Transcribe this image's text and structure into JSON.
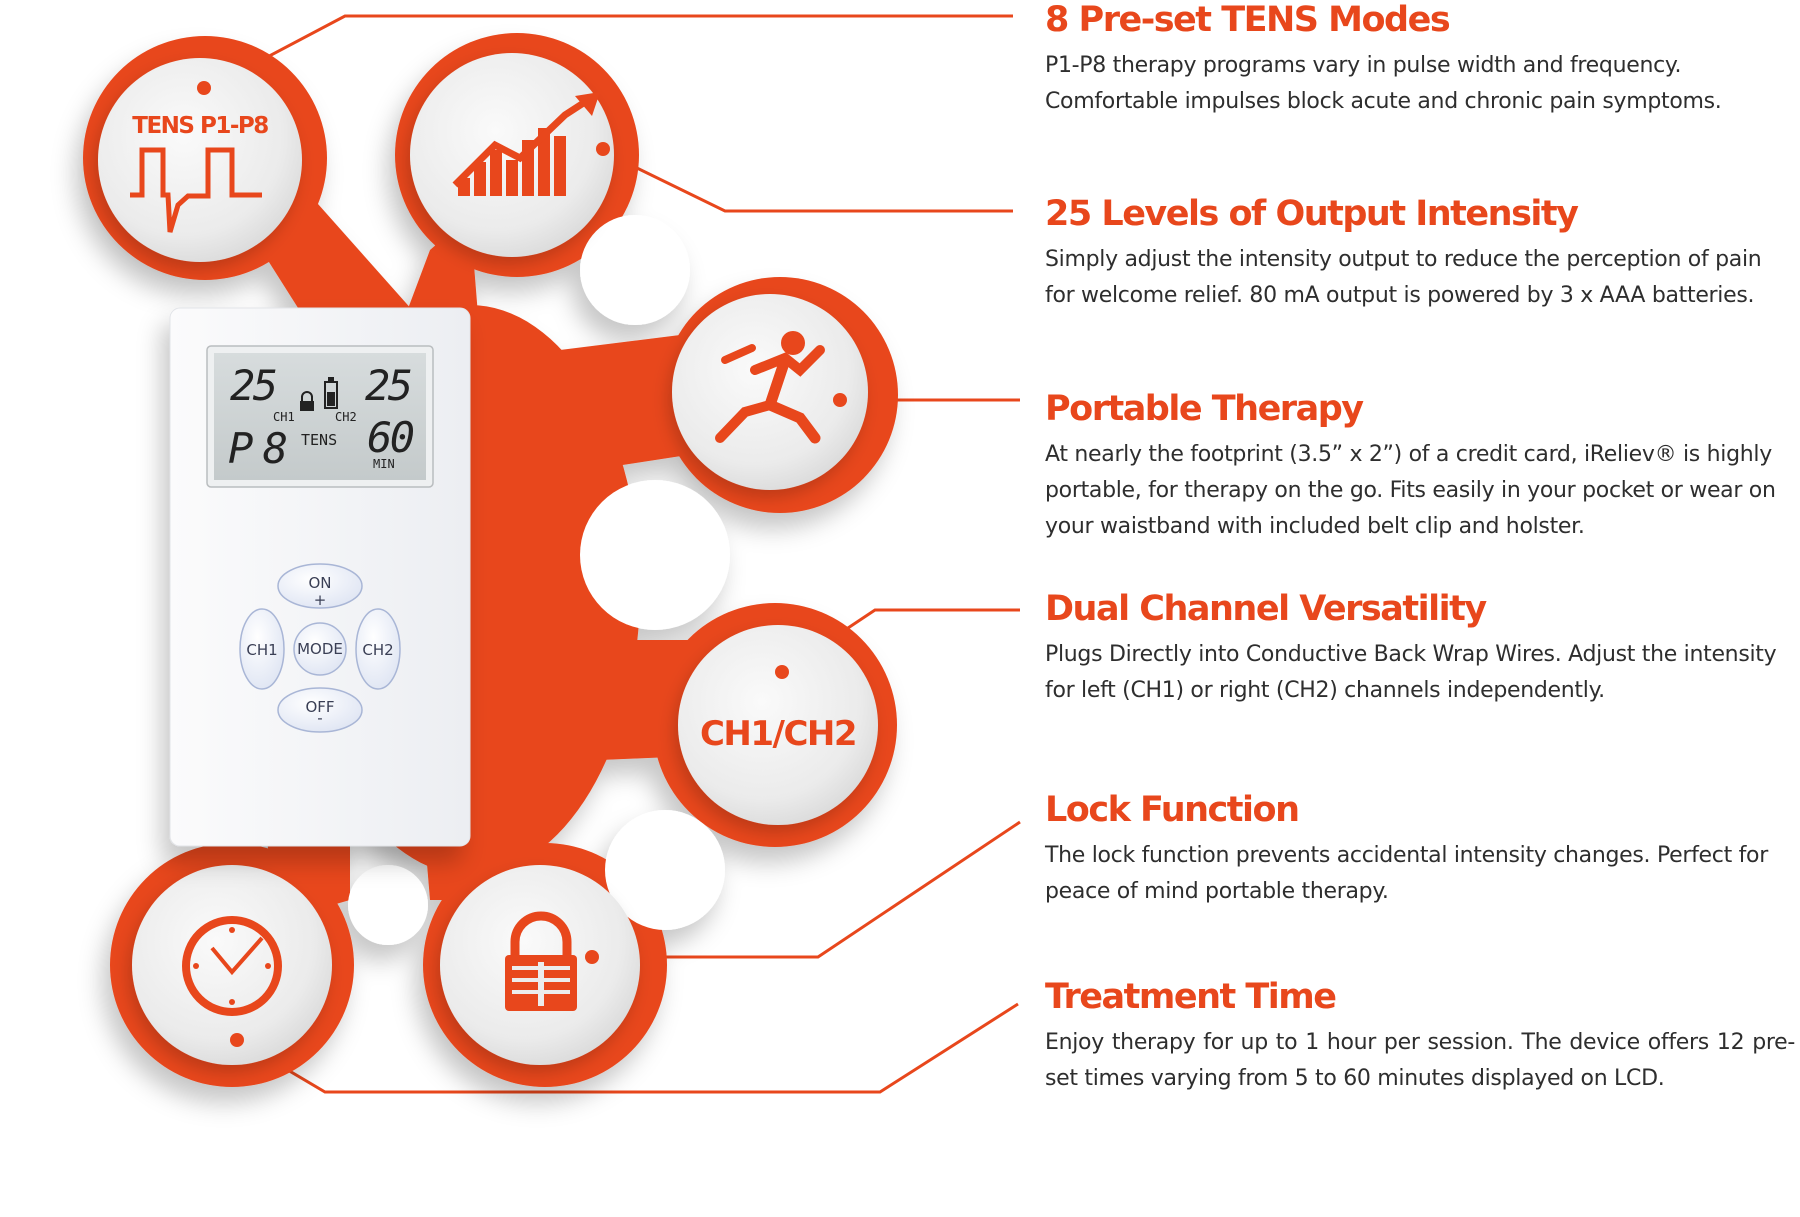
{
  "colors": {
    "accent": "#e8471c",
    "text": "#2e2e2e",
    "bubble": "#ececec",
    "device": "#f4f5f7"
  },
  "bubbles": {
    "tens": {
      "title": "TENS P1-P8",
      "icon": "pulse-waveform-icon"
    },
    "intensity": {
      "icon": "rising-bar-chart-icon"
    },
    "portable": {
      "icon": "running-person-icon"
    },
    "channels": {
      "title": "CH1/CH2"
    },
    "timer": {
      "icon": "clock-icon"
    },
    "lock": {
      "icon": "padlock-icon"
    }
  },
  "device": {
    "lcd": {
      "ch1_level": "25",
      "ch2_level": "25",
      "ch1_label": "CH1",
      "ch2_label": "CH2",
      "program": "P 8",
      "mode": "TENS",
      "time": "60",
      "time_unit": "MIN"
    },
    "buttons": {
      "on": "ON",
      "plus": "+",
      "off": "OFF",
      "minus": "-",
      "ch1": "CH1",
      "ch2": "CH2",
      "mode": "MODE"
    }
  },
  "features": [
    {
      "title": "8 Pre-set TENS Modes",
      "text": "P1-P8 therapy programs vary in pulse width and frequency. Comfortable impulses block acute and chronic pain symptoms."
    },
    {
      "title": "25 Levels of Output Intensity",
      "text": "Simply adjust the intensity output to reduce the perception of pain for welcome relief. 80 mA output is powered by 3 x AAA batteries."
    },
    {
      "title": "Portable Therapy",
      "text": "At nearly the footprint (3.5” x 2”) of a credit card, iReliev® is highly portable, for therapy on the go. Fits easily in your pocket or wear on your waistband with included belt clip and holster."
    },
    {
      "title": "Dual Channel Versatility",
      "text": "Plugs Directly into Conductive Back Wrap Wires. Adjust the intensity for left (CH1) or right (CH2) channels independently."
    },
    {
      "title": "Lock Function",
      "text": "The lock function prevents accidental intensity changes. Perfect for peace of mind portable therapy."
    },
    {
      "title": "Treatment Time",
      "text": "Enjoy therapy for up to 1 hour per session. The device offers 12 pre-set times varying from 5 to 60 minutes displayed on LCD."
    }
  ]
}
